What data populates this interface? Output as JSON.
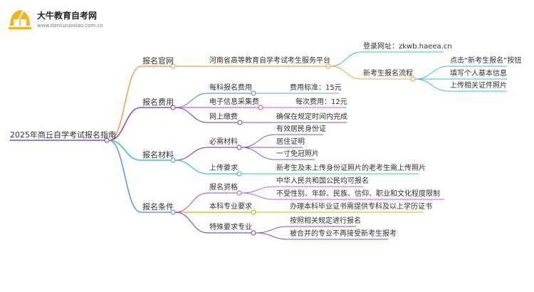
{
  "brand": {
    "title": "大牛教育自考网",
    "url": "www.daniuzuoxiao.com.cn"
  },
  "colors": {
    "orange": "#f5a34a",
    "purple": "#7e57c2",
    "teal": "#3cc9a7",
    "blue": "#5b9be8",
    "magenta": "#c063d2",
    "gold": "#e0b000",
    "cyan": "#3fb8d8",
    "logo_bg": "#f5b21e"
  },
  "mindmap": {
    "root": "2025年商丘自学考试报名指南",
    "branches": [
      {
        "label": "报名官网",
        "children": [
          {
            "label": "河南省高等教育自学考试考生服务平台",
            "children": [
              {
                "label": "登录网址：zkwb.haeea.cn"
              },
              {
                "label": "新考生报名流程",
                "children": [
                  {
                    "label": "点击“新考生报名”按钮"
                  },
                  {
                    "label": "填写个人基本信息"
                  },
                  {
                    "label": "上传相关证件照片"
                  }
                ]
              }
            ]
          }
        ]
      },
      {
        "label": "报名费用",
        "children": [
          {
            "label": "每科报名费用",
            "children": [
              {
                "label": "费用标准：15元"
              }
            ]
          },
          {
            "label": "电子信息采集费",
            "children": [
              {
                "label": "每次费用：12元"
              }
            ]
          },
          {
            "label": "网上缴费",
            "children": [
              {
                "label": "确保在规定时间内完成"
              }
            ]
          }
        ]
      },
      {
        "label": "报名材料",
        "children": [
          {
            "label": "必需材料",
            "children": [
              {
                "label": "有效居民身份证"
              },
              {
                "label": "居住证明"
              },
              {
                "label": "一寸免冠照片"
              }
            ]
          },
          {
            "label": "上传要求",
            "children": [
              {
                "label": "新考生及未上传身份证照片的老考生需上传照片"
              }
            ]
          }
        ]
      },
      {
        "label": "报名条件",
        "children": [
          {
            "label": "报名资格",
            "children": [
              {
                "label": "中华人民共和国公民均可报名"
              },
              {
                "label": "不受性别、年龄、民族、信仰、职业和文化程度限制"
              }
            ]
          },
          {
            "label": "本科专业要求",
            "children": [
              {
                "label": "办理本科毕业证书需提供专科及以上学历证书"
              }
            ]
          },
          {
            "label": "特殊要求专业",
            "children": [
              {
                "label": "按照相关规定进行报名"
              },
              {
                "label": "被合并的专业不再接受新考生报考"
              }
            ]
          }
        ]
      }
    ]
  }
}
